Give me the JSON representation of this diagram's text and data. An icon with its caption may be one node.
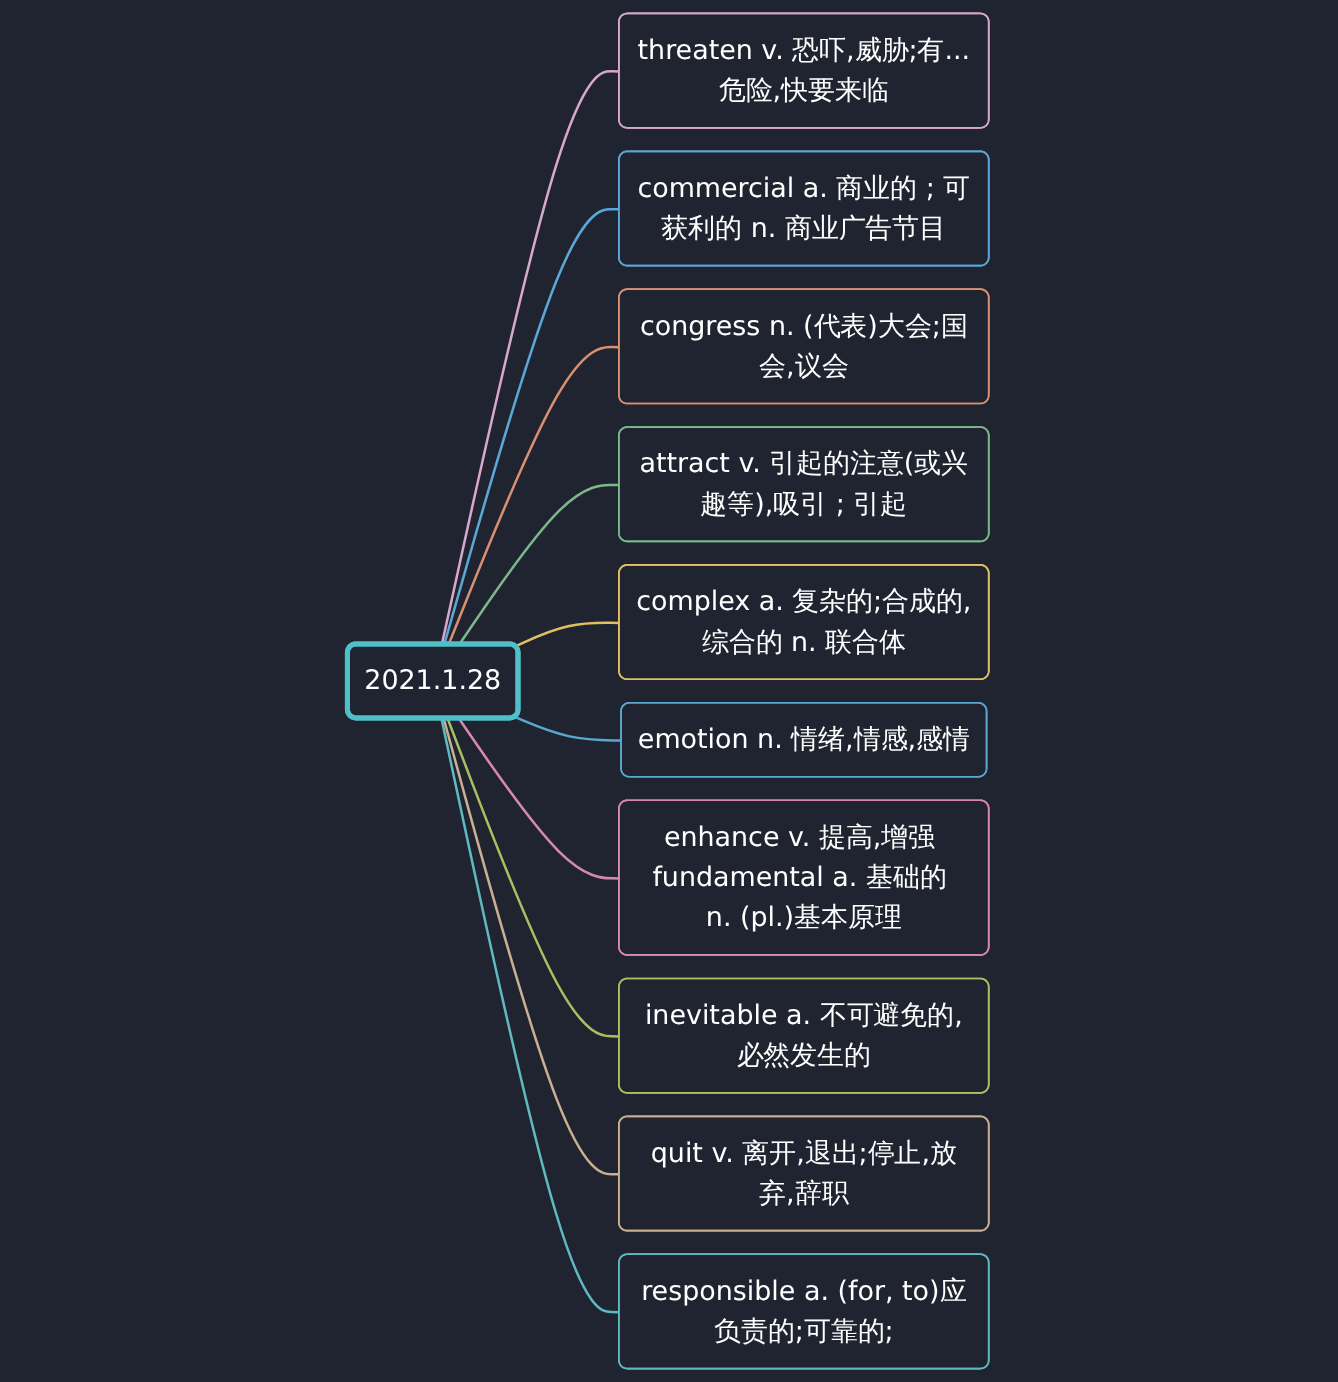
{
  "diagram": {
    "nodes": [
      {
        "text": [
          "2021.1.28"
        ]
      },
      {
        "text": [
          "threaten v. 恐吓,威胁;有...危险,快要来临"
        ]
      },
      {
        "text": [
          "commercial a. 商业的 ; 可获利的 n. 商业广告节目"
        ]
      },
      {
        "text": [
          "congress n. (代表)大会;国会,议会"
        ]
      },
      {
        "text": [
          "attract v. 引起的注意(或兴趣等),吸引 ; 引起"
        ]
      },
      {
        "text": [
          "complex a. 复杂的;合成的,综合的 n. 联合体"
        ]
      },
      {
        "text": [
          "emotion n. 情绪,情感,感情"
        ]
      },
      {
        "text": [
          "enhance v. 提高,增强 fundamental a. 基础的 n. (pl.)基本原理"
        ]
      },
      {
        "text": [
          "inevitable a. 不可避免的,必然发生的"
        ]
      },
      {
        "text": [
          "quit v. 离开,退出;停止,放弃,辞职"
        ]
      },
      {
        "text": [
          "responsible a. (for, to)应负责的;可靠的;"
        ]
      }
    ],
    "edges": [
      {
        "from": 0,
        "to": 1,
        "arrow": "none",
        "color": "#d8a8cc"
      },
      {
        "from": 0,
        "to": 2,
        "arrow": "none",
        "color": "#5ba8d8"
      },
      {
        "from": 0,
        "to": 3,
        "arrow": "none",
        "color": "#d89070"
      },
      {
        "from": 0,
        "to": 4,
        "arrow": "none",
        "color": "#7cb88a"
      },
      {
        "from": 0,
        "to": 5,
        "arrow": "none",
        "color": "#e0c060"
      },
      {
        "from": 0,
        "to": 6,
        "arrow": "none",
        "color": "#5aa8d0"
      },
      {
        "from": 0,
        "to": 7,
        "arrow": "none",
        "color": "#d88aae"
      },
      {
        "from": 0,
        "to": 8,
        "arrow": "none",
        "color": "#a8c060"
      },
      {
        "from": 0,
        "to": 9,
        "arrow": "none",
        "color": "#c8b090"
      },
      {
        "from": 0,
        "to": 10,
        "arrow": "none",
        "color": "#60b8c0"
      }
    ]
  }
}
